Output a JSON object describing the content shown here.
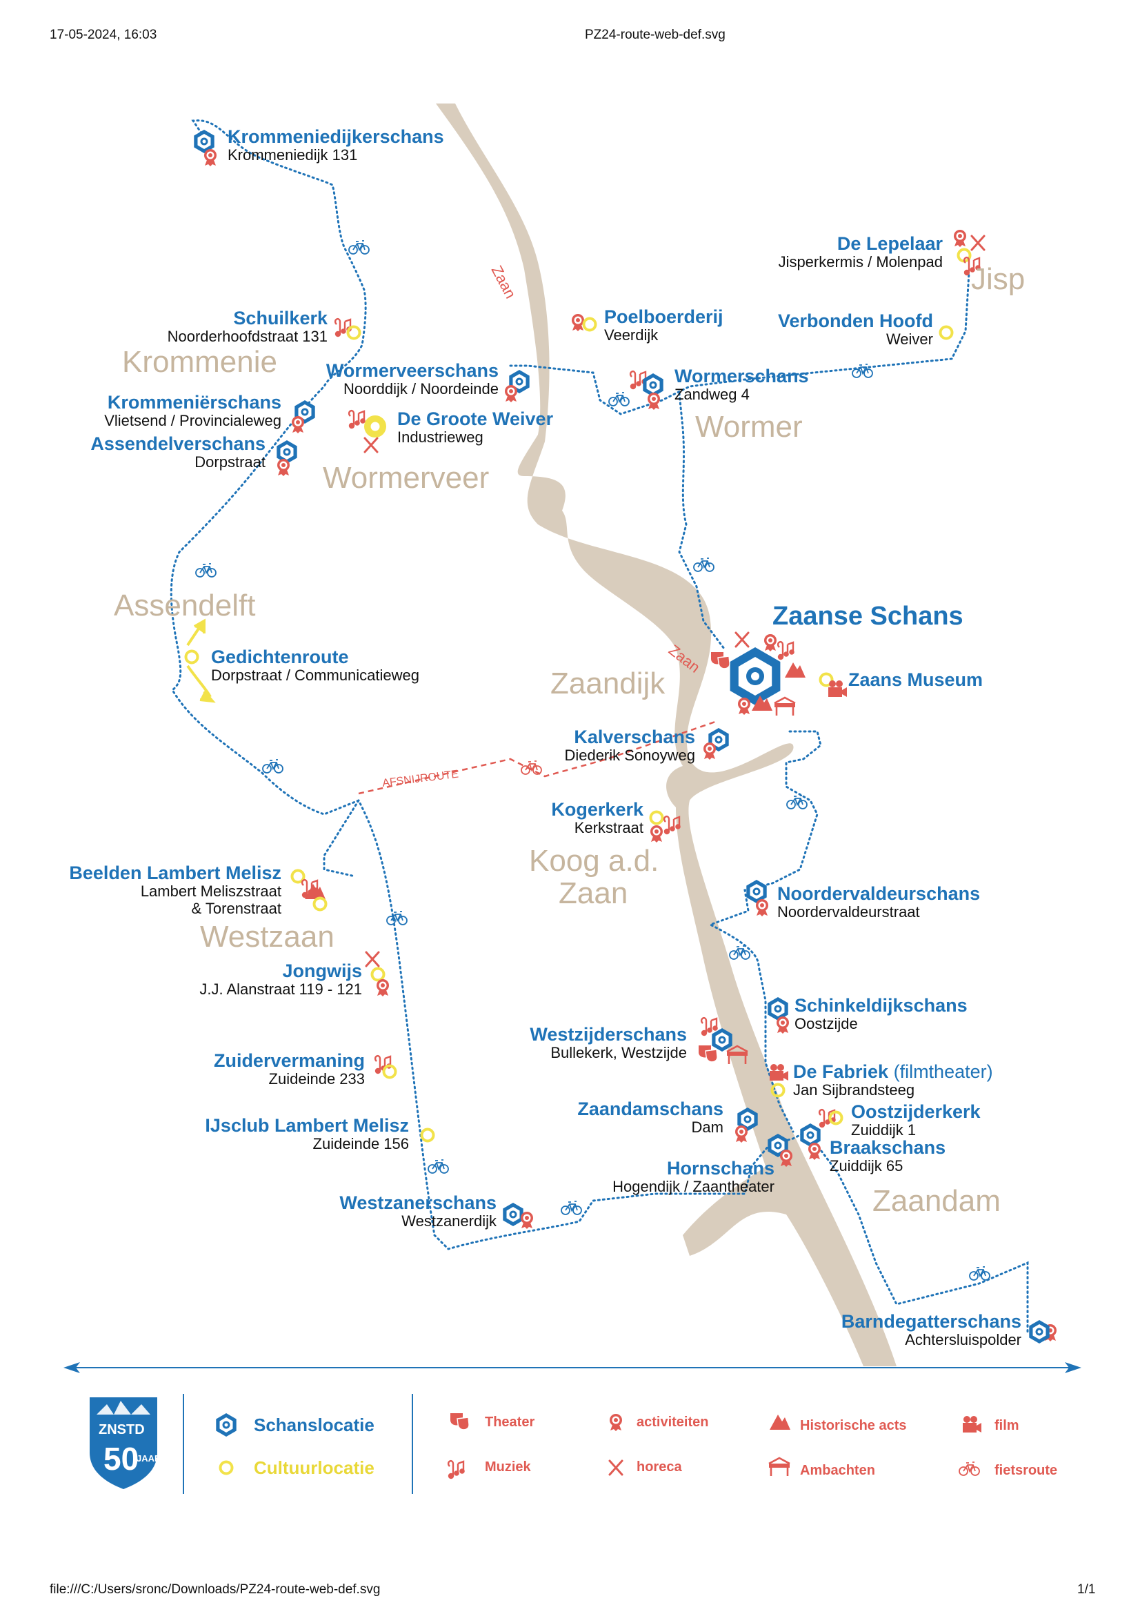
{
  "header": {
    "timestamp": "17-05-2024, 16:03",
    "title": "PZ24-route-web-def.svg"
  },
  "footer": {
    "path": "file:///C:/Users/sronc/Downloads/PZ24-route-web-def.svg",
    "page": "1/1"
  },
  "colors": {
    "blue": "#1f73b7",
    "red": "#e05a52",
    "yellow": "#f2e24a",
    "river": "#d9cdbd",
    "town": "#c6b59e"
  },
  "river_labels": [
    "Zaan",
    "Zaan"
  ],
  "afsnijroute": "AFSNIJROUTE",
  "towns": [
    "Krommenie",
    "Wormerveer",
    "Wormer",
    "Jisp",
    "Assendelft",
    "Zaandijk",
    "Koog a.d.",
    "Zaan",
    "Westzaan",
    "Zaandam"
  ],
  "locations": [
    {
      "name": "Krommeniedijkerschans",
      "address": "Krommeniedijk 131"
    },
    {
      "name": "De Lepelaar",
      "address": "Jisperkermis / Molenpad"
    },
    {
      "name": "Schuilkerk",
      "address": "Noorderhoofdstraat 131"
    },
    {
      "name": "Poelboerderij",
      "address": "Veerdijk"
    },
    {
      "name": "Verbonden Hoofd",
      "address": "Weiver"
    },
    {
      "name": "Wormerveerschans",
      "address": "Noorddijk / Noordeinde"
    },
    {
      "name": "Wormerschans",
      "address": "Zandweg 4"
    },
    {
      "name": "Krommeniërschans",
      "address": "Vlietsend / Provincialeweg"
    },
    {
      "name": "De Groote Weiver",
      "address": "Industrieweg"
    },
    {
      "name": "Assendelverschans",
      "address": "Dorpstraat"
    },
    {
      "name": "Gedichtenroute",
      "address": "Dorpstraat / Communicatieweg"
    },
    {
      "name": "Zaanse Schans",
      "address": ""
    },
    {
      "name": "Zaans Museum",
      "address": ""
    },
    {
      "name": "Kalverschans",
      "address": "Diederik Sonoyweg"
    },
    {
      "name": "Kogerkerk",
      "address": "Kerkstraat"
    },
    {
      "name": "Beelden Lambert Melisz",
      "address": "Lambert Meliszstraat",
      "address2": "& Torenstraat"
    },
    {
      "name": "Noordervaldeurschans",
      "address": "Noordervaldeurstraat"
    },
    {
      "name": "Jongwijs",
      "address": "J.J. Alanstraat 119 - 121"
    },
    {
      "name": "Schinkeldijkschans",
      "address": "Oostzijde"
    },
    {
      "name": "Westzijderschans",
      "address": "Bullekerk, Westzijde"
    },
    {
      "name": "Zuidervermaning",
      "address": "Zuideinde 233"
    },
    {
      "name": "De Fabriek",
      "name_suffix": "(filmtheater)",
      "address": "Jan Sijbrandsteeg"
    },
    {
      "name": "Zaandamschans",
      "address": "Dam"
    },
    {
      "name": "Oostzijderkerk",
      "address": "Zuiddijk 1"
    },
    {
      "name": "IJsclub Lambert Melisz",
      "address": "Zuideinde 156"
    },
    {
      "name": "Braakschans",
      "address": "Zuiddijk 65"
    },
    {
      "name": "Hornschans",
      "address": "Hogendijk / Zaantheater"
    },
    {
      "name": "Westzanerschans",
      "address": "Westzanerdijk"
    },
    {
      "name": "Barndegatterschans",
      "address": "Achtersluispolder"
    }
  ],
  "legend": {
    "logo": {
      "text": "ZNSTD",
      "number": "50",
      "jaar": "JAAR"
    },
    "schanslocatie": "Schanslocatie",
    "cultuurlocatie": "Cultuurlocatie",
    "items": [
      {
        "label": "Theater",
        "icon": "theater-icon"
      },
      {
        "label": "Muziek",
        "icon": "music-icon"
      },
      {
        "label": "activiteiten",
        "icon": "rosette-icon"
      },
      {
        "label": "horeca",
        "icon": "cutlery-icon"
      },
      {
        "label": "Historische acts",
        "icon": "historic-icon"
      },
      {
        "label": "Ambachten",
        "icon": "crafts-icon"
      },
      {
        "label": "film",
        "icon": "film-icon"
      },
      {
        "label": "fietsroute",
        "icon": "bicycle-icon"
      }
    ]
  }
}
